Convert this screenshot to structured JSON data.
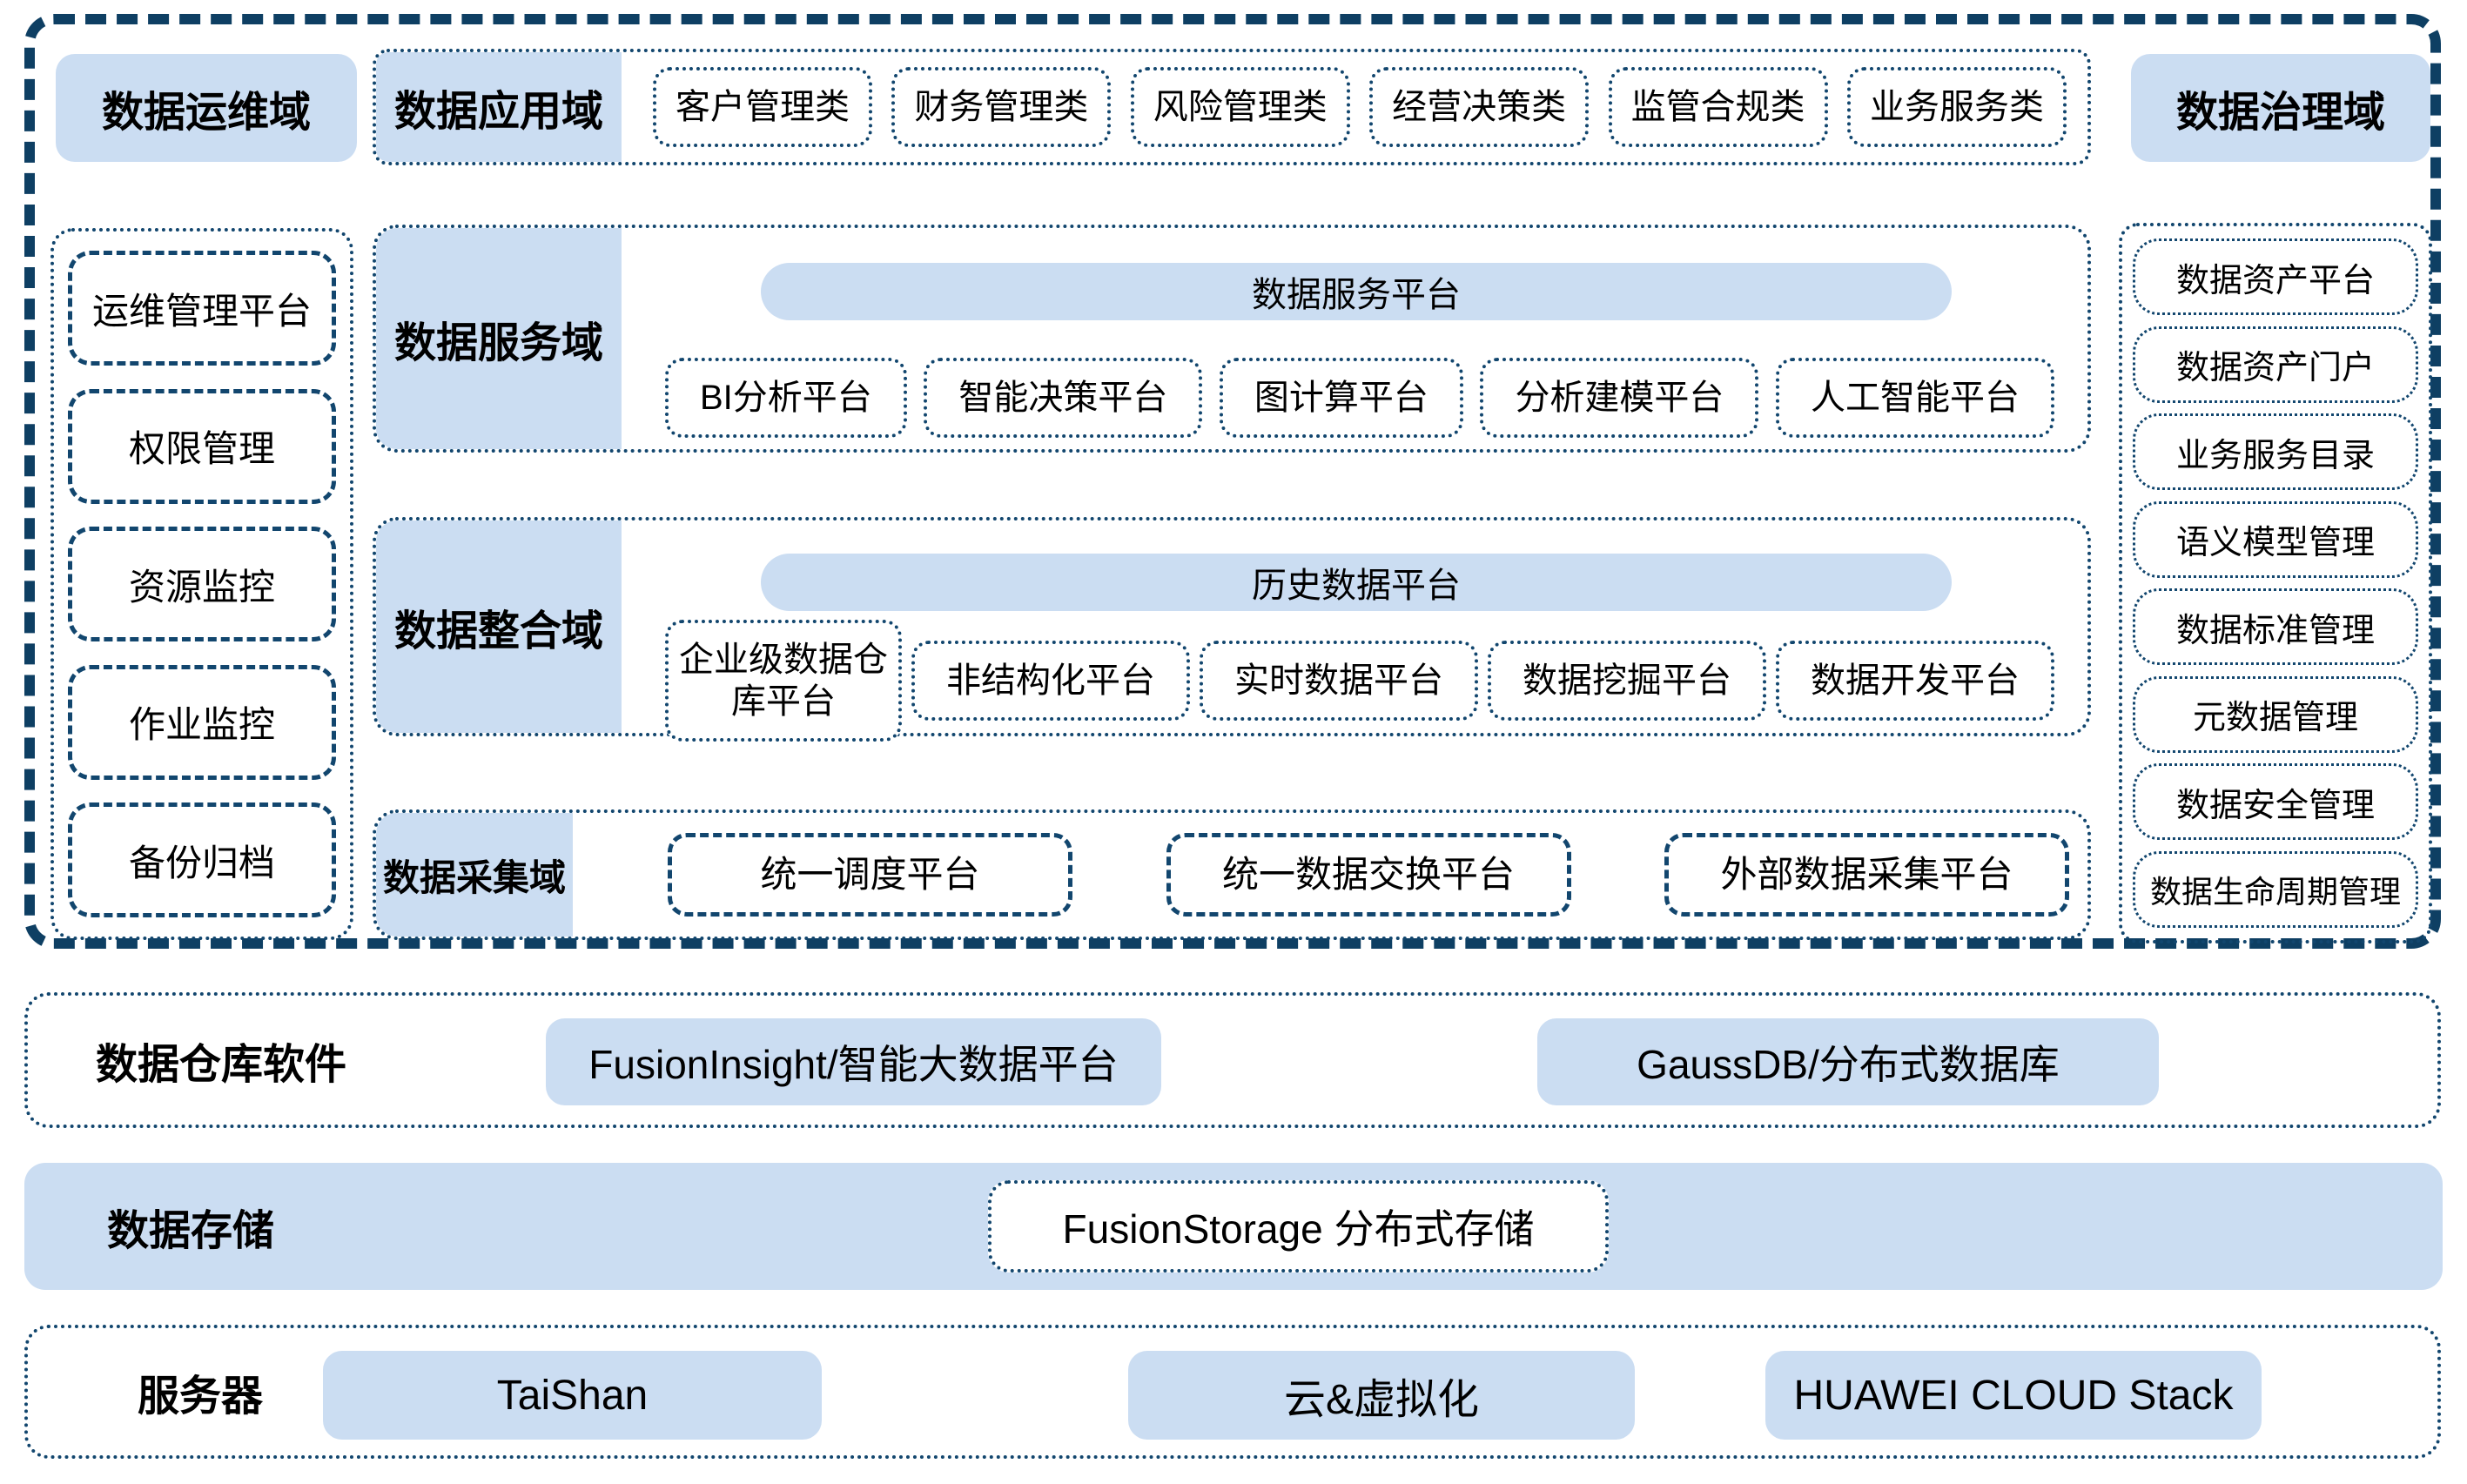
{
  "colors": {
    "accent_fill": "#cbddf2",
    "border_navy": "#0e3f63"
  },
  "top_row": {
    "ops_domain": "数据运维域",
    "app_domain_label": "数据应用域",
    "app_categories": [
      "客户管理类",
      "财务管理类",
      "风险管理类",
      "经营决策类",
      "监管合规类",
      "业务服务类"
    ],
    "governance_domain": "数据治理域"
  },
  "ops_column": {
    "items": [
      "运维管理平台",
      "权限管理",
      "资源监控",
      "作业监控",
      "备份归档"
    ]
  },
  "governance_column": {
    "items": [
      "数据资产平台",
      "数据资产门户",
      "业务服务目录",
      "语义模型管理",
      "数据标准管理",
      "元数据管理",
      "数据安全管理",
      "数据生命周期管理"
    ]
  },
  "service_domain": {
    "label": "数据服务域",
    "platform_bar": "数据服务平台",
    "items": [
      "BI分析平台",
      "智能决策平台",
      "图计算平台",
      "分析建模平台",
      "人工智能平台"
    ]
  },
  "integration_domain": {
    "label": "数据整合域",
    "platform_bar": "历史数据平台",
    "items": [
      "企业级数据仓库平台",
      "非结构化平台",
      "实时数据平台",
      "数据挖掘平台",
      "数据开发平台"
    ]
  },
  "collection_domain": {
    "label": "数据采集域",
    "items": [
      "统一调度平台",
      "统一数据交换平台",
      "外部数据采集平台"
    ]
  },
  "warehouse_row": {
    "label": "数据仓库软件",
    "items": [
      "FusionInsight/智能大数据平台",
      "GaussDB/分布式数据库"
    ]
  },
  "storage_row": {
    "label": "数据存储",
    "item": "FusionStorage 分布式存储"
  },
  "server_row": {
    "label": "服务器",
    "items": [
      "TaiShan",
      "云&虚拟化",
      "HUAWEI CLOUD Stack"
    ]
  }
}
